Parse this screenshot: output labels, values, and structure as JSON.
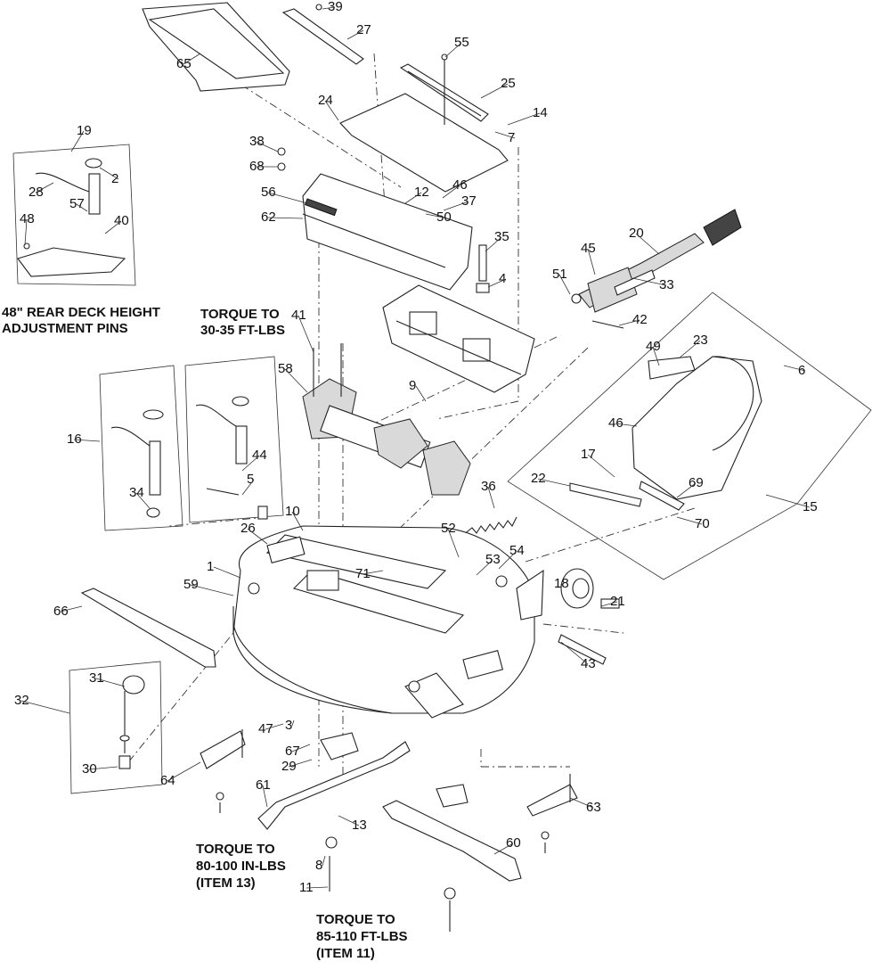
{
  "notes": {
    "rear_deck": [
      "48\" REAR DECK HEIGHT",
      "ADJUSTMENT PINS"
    ],
    "torque_top": [
      "TORQUE TO",
      "30-35 FT-LBS"
    ],
    "torque_mid": [
      "TORQUE TO",
      "80-100 IN-LBS",
      "(ITEM 13)"
    ],
    "torque_bottom": [
      "TORQUE TO",
      "85-110 FT-LBS",
      "(ITEM 11)"
    ]
  },
  "callouts": [
    "39",
    "27",
    "65",
    "55",
    "25",
    "24",
    "14",
    "7",
    "38",
    "68",
    "46",
    "37",
    "12",
    "50",
    "56",
    "62",
    "35",
    "4",
    "19",
    "2",
    "28",
    "57",
    "40",
    "48",
    "45",
    "20",
    "51",
    "33",
    "42",
    "41",
    "58",
    "9",
    "23",
    "49",
    "6",
    "46",
    "17",
    "22",
    "69",
    "70",
    "15",
    "16",
    "34",
    "44",
    "5",
    "26",
    "10",
    "1",
    "59",
    "71",
    "52",
    "53",
    "54",
    "18",
    "21",
    "66",
    "43",
    "31",
    "32",
    "30",
    "47",
    "3",
    "67",
    "29",
    "64",
    "61",
    "13",
    "8",
    "11",
    "63",
    "60",
    "36"
  ]
}
